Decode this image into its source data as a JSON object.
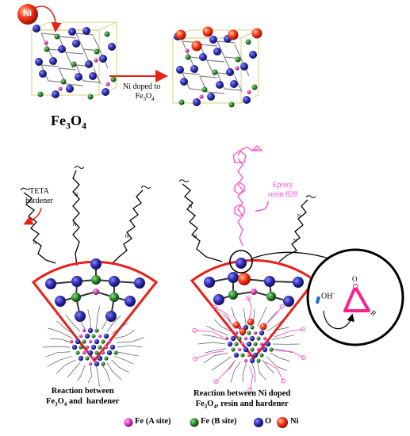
{
  "top": {
    "ni_badge": "Ni",
    "arrow_label_line1": "Ni doped to",
    "arrow_label_line2_main": "Fe",
    "arrow_label_line2_sub1": "3",
    "arrow_label_line2_mid": "O",
    "arrow_label_line2_sub2": "4",
    "formula_main": "Fe",
    "formula_sub1": "3",
    "formula_mid": "O",
    "formula_sub2": "4"
  },
  "middle": {
    "teta_label_line1": "TETA",
    "teta_label_line2": "hardener",
    "epoxy_label_line1": "Epoxy",
    "epoxy_label_line2": "resin 828",
    "oh_label": "OH",
    "oh_sup": "-",
    "ring_o_label": "O",
    "ring_r_label": "R"
  },
  "captions": {
    "left_line1": "Reaction between",
    "left_line2_a": "Fe",
    "left_line2_sub1": "3",
    "left_line2_b": "O",
    "left_line2_sub2": "4",
    "left_line2_c": " and  hardener",
    "right_line1": "Reaction between Ni doped",
    "right_line2_a": "Fe",
    "right_line2_sub1": "3",
    "right_line2_b": "O",
    "right_line2_sub2": "4",
    "right_line2_c": ", resin and hardener"
  },
  "legend": {
    "items": [
      {
        "label": "Fe (A site)",
        "color": "#e040c0",
        "icon": "fe-a-site-atom-icon"
      },
      {
        "label": "Fe (B site)",
        "color": "#2e8b2e",
        "icon": "fe-b-site-atom-icon"
      },
      {
        "label": "O",
        "color": "#2d2db8",
        "icon": "oxygen-atom-icon"
      },
      {
        "label": "Ni",
        "color": "#ff3b1f",
        "icon": "nickel-atom-icon"
      }
    ]
  },
  "colors": {
    "sector": "#e8211a",
    "epoxy": "#ff4fc8",
    "arrow": "#e8211a",
    "oxygen": "#2d2db8",
    "fe_b": "#2e8b2e",
    "fe_a": "#e040c0",
    "nickel": "#ff3b1f"
  }
}
